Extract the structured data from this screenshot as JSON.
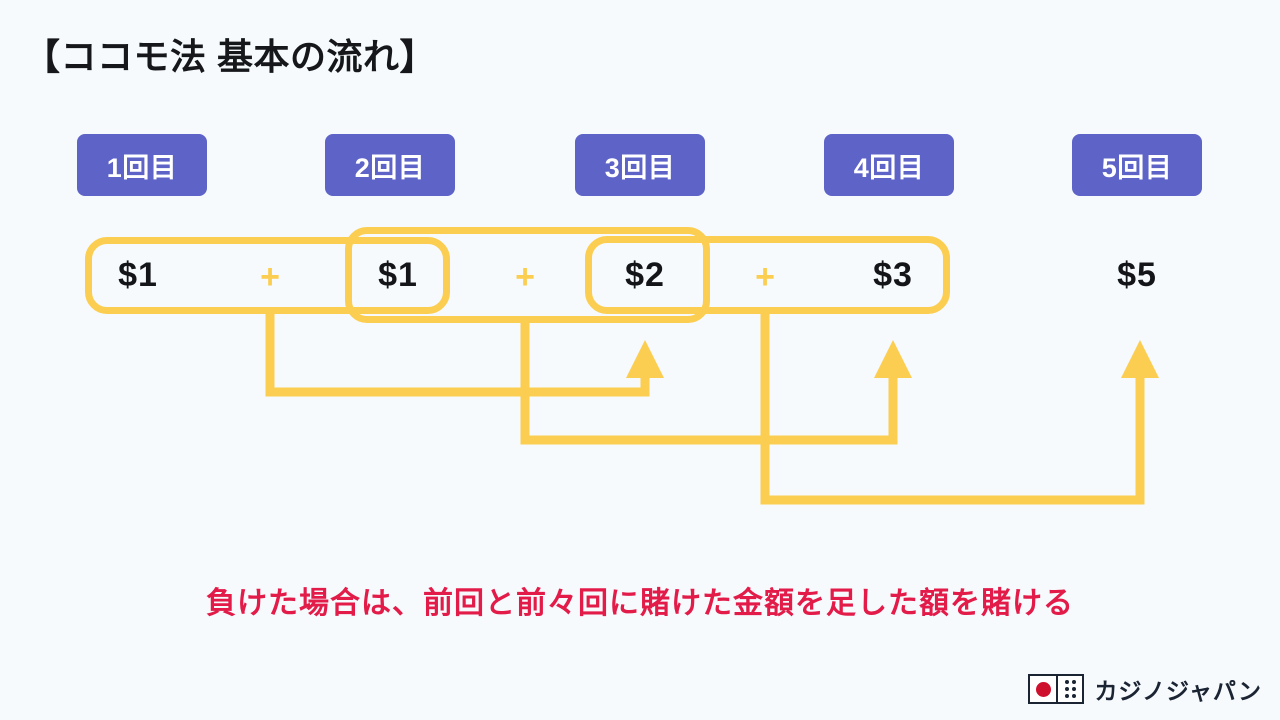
{
  "page": {
    "title": "【ココモ法 基本の流れ】",
    "background_color": "#F7FAFD",
    "accent_yellow": "#FBCE51",
    "badge_purple": "#5D63C7",
    "caption_red": "#E21B49"
  },
  "rounds": [
    {
      "badge": "1回目",
      "amount": "$1"
    },
    {
      "badge": "2回目",
      "amount": "$1"
    },
    {
      "badge": "3回目",
      "amount": "$2"
    },
    {
      "badge": "4回目",
      "amount": "$3"
    },
    {
      "badge": "5回目",
      "amount": "$5"
    }
  ],
  "operators": [
    {
      "symbol": "+"
    },
    {
      "symbol": "+"
    },
    {
      "symbol": "+"
    }
  ],
  "groups": [
    {
      "label": "group-1-1",
      "members": [
        "$1",
        "$1"
      ]
    },
    {
      "label": "group-1-2",
      "members": [
        "$1",
        "$2"
      ]
    },
    {
      "label": "group-2-3",
      "members": [
        "$2",
        "$3"
      ]
    }
  ],
  "caption": "負けた場合は、前回と前々回に賭けた金額を足した額を賭ける",
  "logo": {
    "text": "カジノジャパン",
    "flag_color": "#CF102D",
    "mark_color": "#1A2433"
  }
}
